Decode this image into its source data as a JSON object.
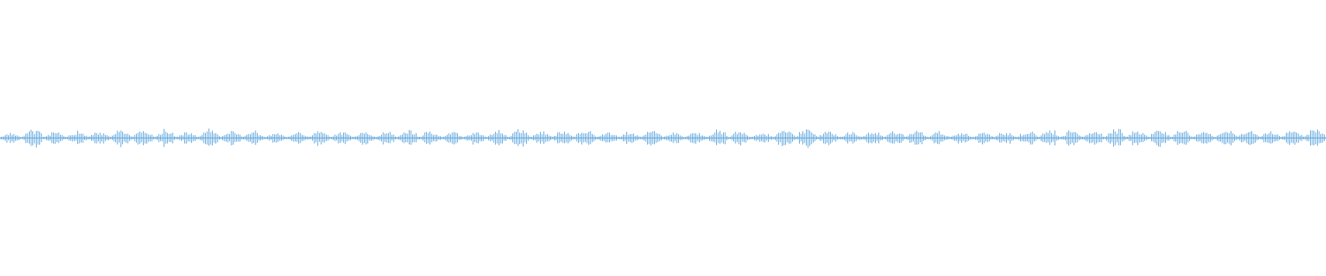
{
  "waveform": {
    "color": "#4a9ad8",
    "background": "#ffffff",
    "style": "audio waveform, thin vertical bars centred on a horizontal baseline",
    "segment_count": 60,
    "relative_peak_amplitude": 1.0
  }
}
